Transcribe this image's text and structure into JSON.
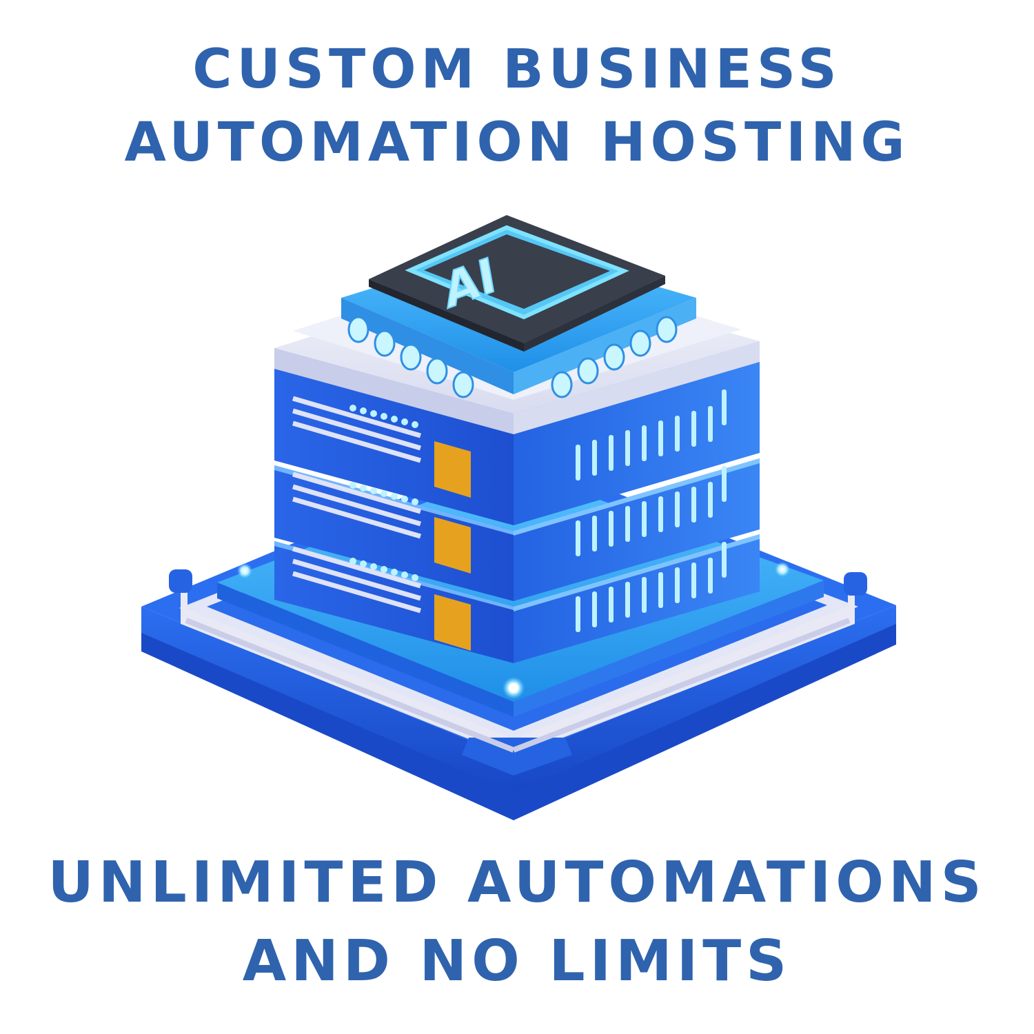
{
  "header": {
    "line1": "CUSTOM BUSINESS",
    "line2": "AUTOMATION HOSTING"
  },
  "illustration": {
    "chip_label": "AI",
    "icon": "ai-server-stack-icon",
    "colors": {
      "primary_blue": "#2560e0",
      "light_blue": "#3aa8f5",
      "chip_dark": "#3a3f4c",
      "chip_glow": "#7fe3ff",
      "drive_yellow": "#e6a21f",
      "rail_white": "#e8e9f5"
    }
  },
  "footer": {
    "line1": "UNLIMITED AUTOMATIONS",
    "line2": "AND NO LIMITS"
  },
  "colors": {
    "text": "#2f63ad",
    "background": "#ffffff"
  }
}
